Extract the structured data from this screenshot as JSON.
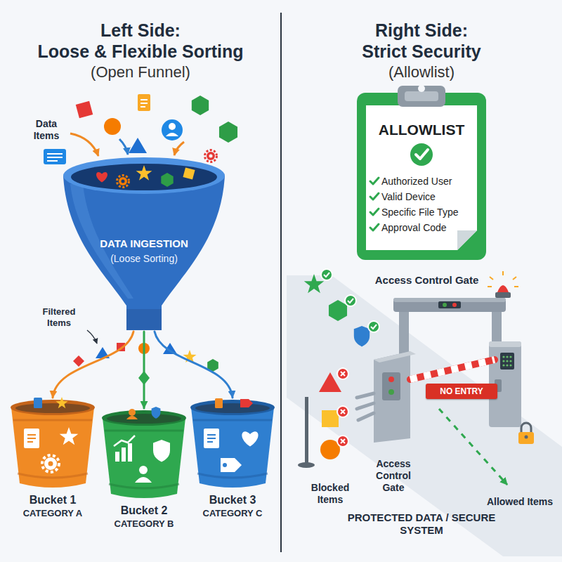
{
  "diagram": {
    "nodes": [
      {
        "text": [
          "DATA INGESTION",
          "(Loose Sorting)"
        ]
      },
      {
        "text": [
          "Bucket 1",
          "CATEGORY A"
        ]
      },
      {
        "text": [
          "Bucket 2",
          "CATEGORY B"
        ]
      },
      {
        "text": [
          "Bucket 3",
          "CATEGORY C"
        ]
      },
      {
        "text": [
          "ALLOWLIST",
          "Authorized User",
          "Valid Device",
          "Specific File Type",
          "Approval Code"
        ]
      },
      {
        "text": [
          "Access Control Gate"
        ]
      },
      {
        "text": [
          "NO ENTRY"
        ],
        "in": 5
      }
    ],
    "edges": [
      {
        "from": 0,
        "to": 1,
        "arrow": "to"
      },
      {
        "from": 0,
        "to": 2,
        "arrow": "to"
      },
      {
        "from": 0,
        "to": 3,
        "arrow": "to"
      }
    ],
    "labels": [
      "Left Side:",
      "Loose & Flexible Sorting",
      "(Open Funnel)",
      "Right Side:",
      "Strict Security",
      "(Allowlist)",
      "Data Items",
      "Filtered Items",
      "Blocked Items",
      "Access Control Gate",
      "Allowed Items",
      "PROTECTED DATA / SECURE SYSTEM"
    ]
  }
}
